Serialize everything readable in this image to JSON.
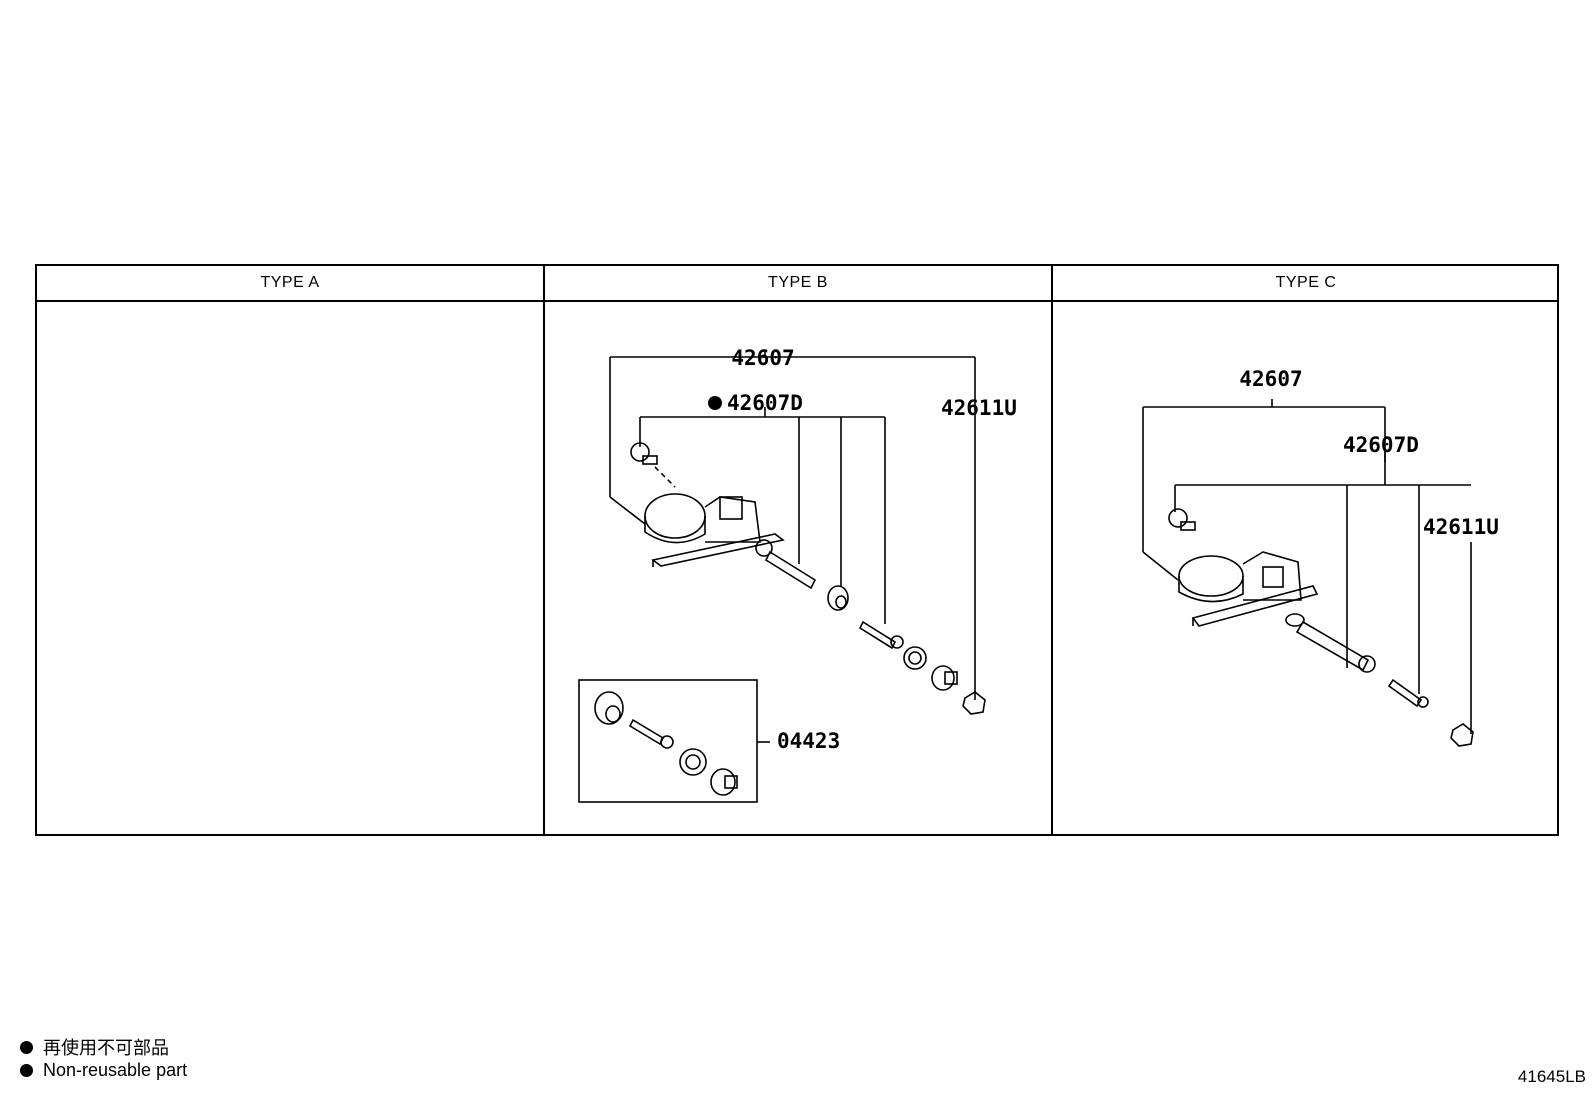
{
  "columns": [
    {
      "header": "TYPE A"
    },
    {
      "header": "TYPE B",
      "parts": {
        "assembly": "42607",
        "sensor": "42607D",
        "cap": "42611U",
        "kit": "04423"
      }
    },
    {
      "header": "TYPE C",
      "parts": {
        "assembly": "42607",
        "sensor": "42607D",
        "cap": "42611U"
      }
    }
  ],
  "legend": {
    "japanese": "再使用不可部品",
    "english": "Non-reusable part"
  },
  "figure_number": "41645LB",
  "colors": {
    "line": "#000000",
    "background": "#ffffff"
  }
}
